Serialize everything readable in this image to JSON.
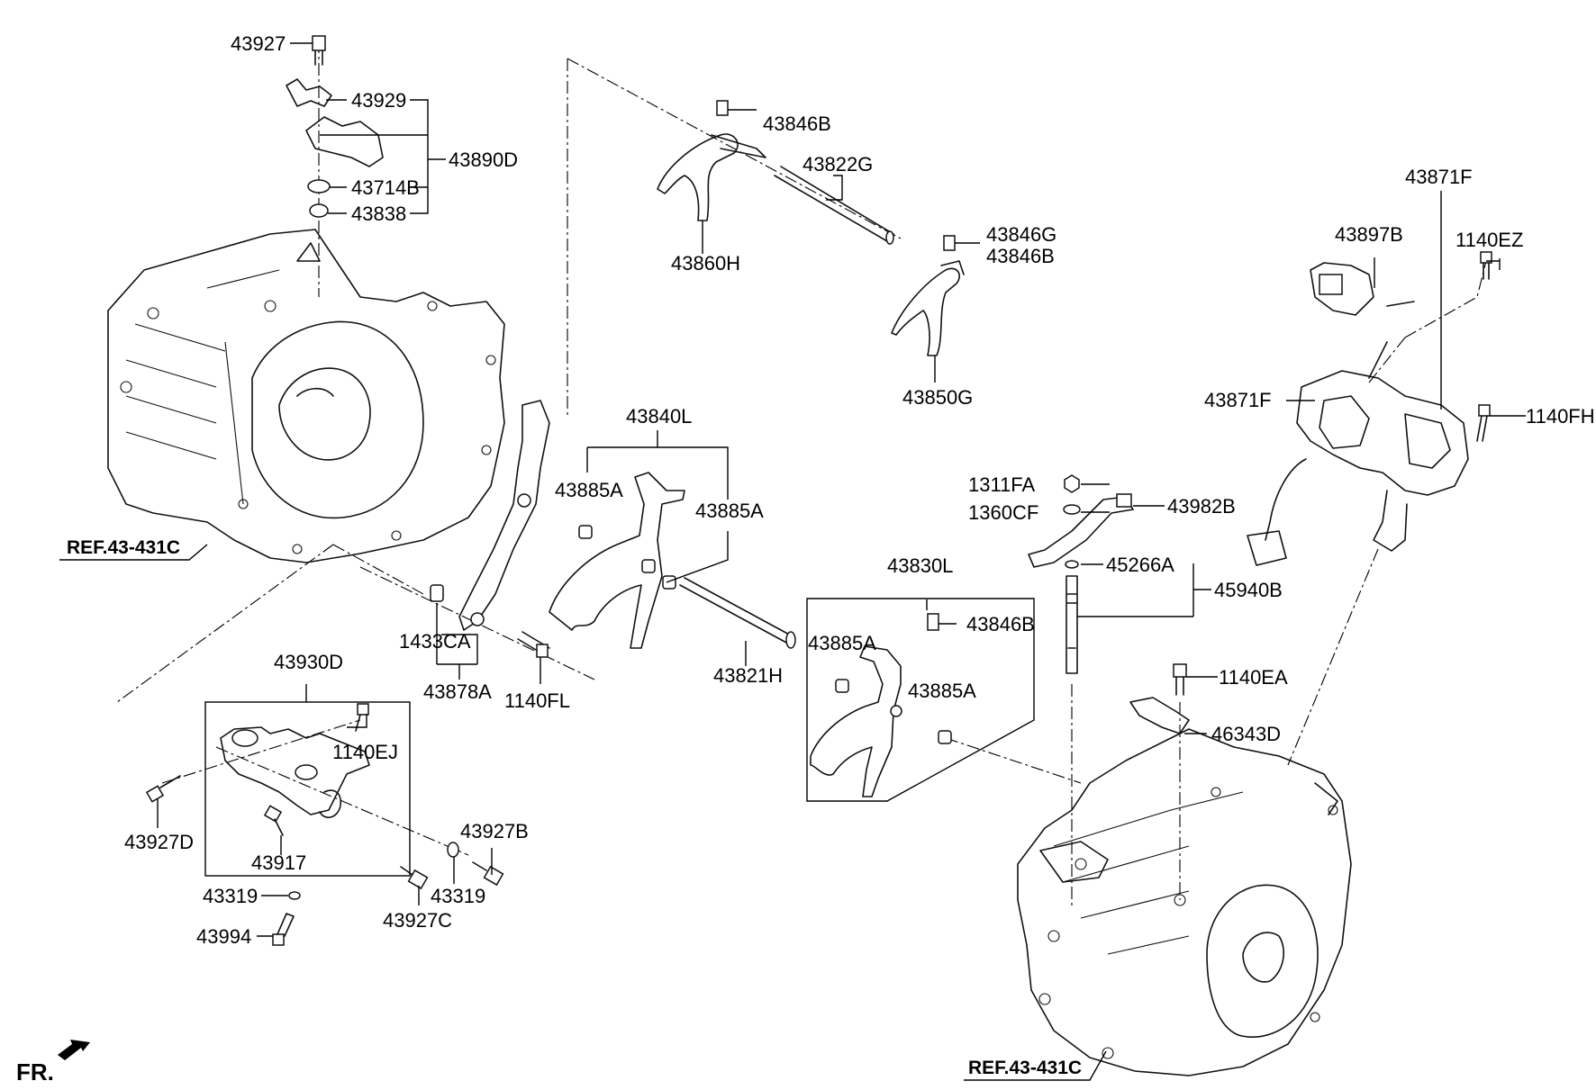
{
  "labels": {
    "l43927": "43927",
    "l43929": "43929",
    "l43890D": "43890D",
    "l43714B": "43714B",
    "l43838": "43838",
    "l43846B_top": "43846B",
    "l43822G": "43822G",
    "l43860H": "43860H",
    "l43846G": "43846G",
    "l43846B_mid": "43846B",
    "l43850G": "43850G",
    "l43871F_top": "43871F",
    "l43897B": "43897B",
    "l1140EZ": "1140EZ",
    "l43871F_side": "43871F",
    "l1140FH": "1140FH",
    "l43840L": "43840L",
    "l43885A_1": "43885A",
    "l43885A_2": "43885A",
    "l1311FA": "1311FA",
    "l1360CF": "1360CF",
    "l43982B": "43982B",
    "l45266A": "45266A",
    "l45940B": "45940B",
    "l43830L": "43830L",
    "l43885A_3": "43885A",
    "l43846B_low": "43846B",
    "l43885A_4": "43885A",
    "l1433CA": "1433CA",
    "l43878A": "43878A",
    "l1140FL": "1140FL",
    "l43821H": "43821H",
    "l1140EA": "1140EA",
    "l46343D": "46343D",
    "l43930D": "43930D",
    "l1140EJ": "1140EJ",
    "l43927D": "43927D",
    "l43917": "43917",
    "l43927B": "43927B",
    "l43319_a": "43319",
    "l43319_b": "43319",
    "l43927C": "43927C",
    "l43994": "43994"
  },
  "refs": {
    "ref_left": "REF.43-431C",
    "ref_right": "REF.43-431C"
  },
  "front_marker": "FR."
}
